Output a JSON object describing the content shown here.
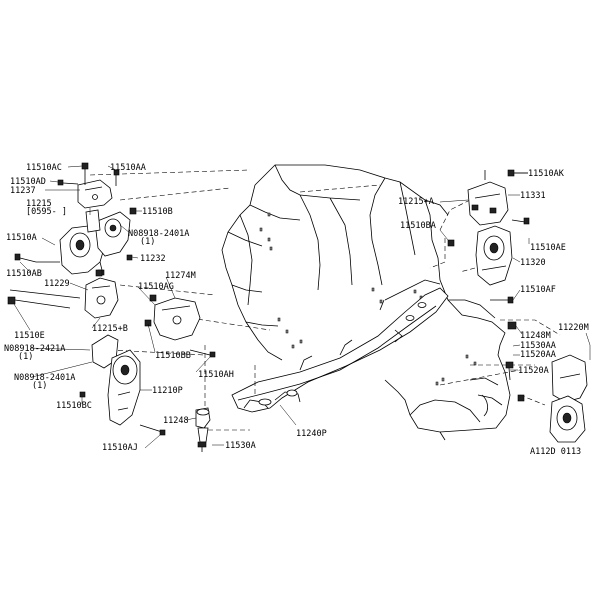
{
  "labels": {
    "c11510AC": "11510AC",
    "c11510AA": "11510AA",
    "c11510AD": "11510AD",
    "c11237": "11237",
    "c11215": "11215",
    "c0595": "[0595-  ]",
    "c11510B": "11510B",
    "c11510A": "11510A",
    "n08918a": "N08918-2401A",
    "n08918a_qty": "(1)",
    "c11232": "11232",
    "c11510AB": "11510AB",
    "c11274M": "11274M",
    "c11229": "11229",
    "c11510AG": "11510AG",
    "c11510E": "11510E",
    "c11215B": "11215+B",
    "n08918b": "N08918-2421A",
    "n08918b_qty": "(1)",
    "n08918c": "N08918-2401A",
    "n08918c_qty": "(1)",
    "c11510BB": "11510BB",
    "c11510AH": "11510AH",
    "c11510BC": "11510BC",
    "c11210P": "11210P",
    "c11248a": "11248",
    "c11530A": "11530A",
    "c11510AJ": "11510AJ",
    "c11240P": "11240P",
    "c11510AK": "11510AK",
    "c11215A": "11215+A",
    "c11331": "11331",
    "c11510BA": "11510BA",
    "c11510AE": "11510AE",
    "c11320": "11320",
    "c11510AF": "11510AF",
    "c11248M": "11248M",
    "c11220M": "11220M",
    "c11530AA": "11530AA",
    "c11520AA": "11520AA",
    "c11520A": "11520A",
    "ref": "A112D 0113"
  }
}
